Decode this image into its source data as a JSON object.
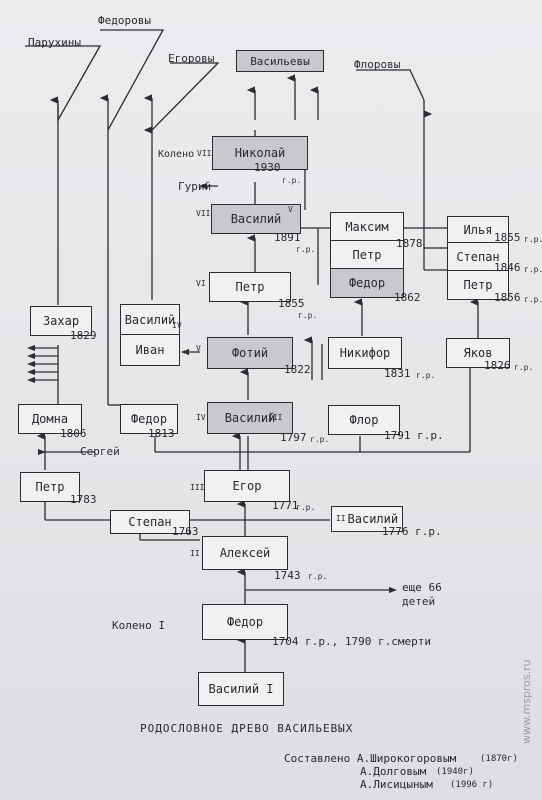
{
  "families": {
    "paruhiny": "Парухины",
    "fedorovy": "Федоровы",
    "egorovy": "Егоровы",
    "vasilevy": "Васильевы",
    "florovy": "Флоровы"
  },
  "generations": {
    "koleno_label_1": "Колено I",
    "koleno_label_8": "Колено",
    "g8": "VIII",
    "g7": "VII",
    "g6": "VI",
    "g5": "V",
    "g4": "IV",
    "g3": "III",
    "g2": "II"
  },
  "people": {
    "nikolai": "Николай",
    "nikolai_year": "1930",
    "nikolai_year_sfx": "г.р.",
    "guriy": "Гурий",
    "vasiliy5": "Василий",
    "vasiliy5_num": "V",
    "vasiliy5_year": "1891",
    "vasiliy5_sfx": "г.р.",
    "maksim": "Максим",
    "maksim_year": "1878",
    "petr_m": "Петр",
    "fedor_m": "Федор",
    "fedor_m_year": "1862",
    "ilya": "Илья",
    "ilya_year": "1855",
    "ilya_sfx": "г.р.",
    "stepan_i": "Степан",
    "stepan_i_year": "1846",
    "stepan_i_sfx": "г.р.",
    "petr_i": "Петр",
    "petr_i_year": "1856",
    "petr_i_sfx": "г.р.",
    "petr6": "Петр",
    "petr6_year": "1855",
    "petr6_sfx": "г.р.",
    "zahar": "Захар",
    "zahar_year": "1829",
    "vasiliy4": "Василий",
    "vasiliy4_num": "IV",
    "ivan": "Иван",
    "fotiy": "Фотий",
    "fotiy_year": "1822",
    "nikifor": "Никифор",
    "nikifor_year": "1831",
    "nikifor_sfx": "г.р.",
    "yakov": "Яков",
    "yakov_year": "1826",
    "yakov_sfx": "г.р.",
    "domna": "Домна",
    "domna_year": "1806",
    "fedor4": "Федор",
    "fedor4_year": "1813",
    "vasiliy3": "Василий",
    "vasiliy3_num": "III",
    "vasiliy3_year": "1797",
    "vasiliy3_sfx": "г.р.",
    "flor": "Флор",
    "flor_year": "1791 г.р.",
    "sergei": "Сергей",
    "petr3": "Петр",
    "petr3_year": "1783",
    "egor": "Егор",
    "egor_year": "1771",
    "egor_sfx": "г.р.",
    "stepan2": "Степан",
    "stepan2_year": "1763",
    "vasiliy2": "Василий",
    "vasiliy2_num": "II",
    "vasiliy2_year": "1776 г.р.",
    "aleksei": "Алексей",
    "aleksei_year": "1743",
    "aleksei_sfx": "г.р.",
    "eshe_66": "еще 66",
    "detei": "детей",
    "fedor1": "Федор",
    "fedor1_years": "1704 г.р., 1790 г.смерти",
    "vasiliy1": "Василий I"
  },
  "footer": {
    "title": "РОДОСЛОВНОЕ ДРЕВО ВАСИЛЬЕВЫХ",
    "compiled_by": "Составлено А.Широкогоровым",
    "year1": "(1870г)",
    "line2": "А.Долговым",
    "year2": "(1940г)",
    "line3": "А.Лисицыным",
    "year3": "(1996 г)"
  },
  "watermark": "www.mspros.ru",
  "colors": {
    "ink": "#2a2a2e",
    "paper": "#e9e8ea",
    "shade": "#c9c8cd"
  }
}
